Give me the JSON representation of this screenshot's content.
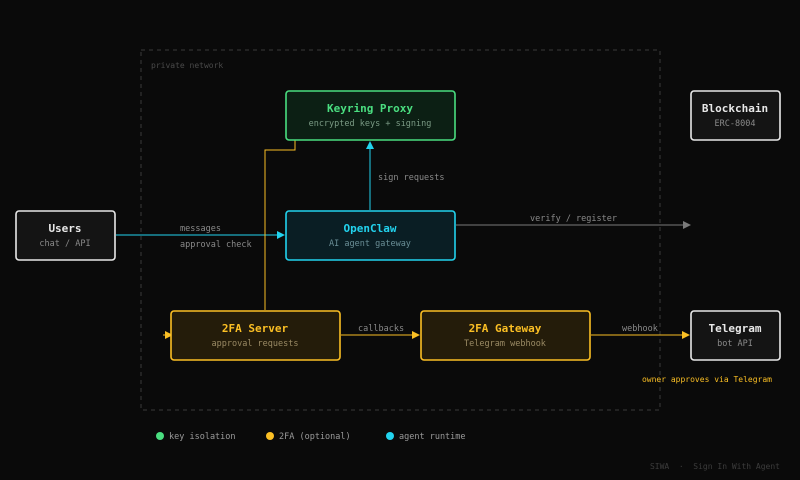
{
  "region": {
    "label": "private network"
  },
  "nodes": {
    "keyring": {
      "title": "Keyring Proxy",
      "subtitle": "encrypted keys + signing"
    },
    "blockchain": {
      "title": "Blockchain",
      "subtitle": "ERC-8004"
    },
    "users": {
      "title": "Users",
      "subtitle": "chat / API"
    },
    "openclaw": {
      "title": "OpenClaw",
      "subtitle": "AI agent gateway"
    },
    "twofa_server": {
      "title": "2FA Server",
      "subtitle": "approval requests"
    },
    "twofa_gateway": {
      "title": "2FA Gateway",
      "subtitle": "Telegram webhook"
    },
    "telegram": {
      "title": "Telegram",
      "subtitle": "bot API"
    }
  },
  "edges": {
    "sign_requests": "sign requests",
    "messages": "messages",
    "approval_check": "approval check",
    "verify_register": "verify / register",
    "callbacks": "callbacks",
    "webhook": "webhook"
  },
  "note": "owner approves via Telegram",
  "legend": [
    {
      "label": "key isolation",
      "color": "#4ade80"
    },
    {
      "label": "2FA (optional)",
      "color": "#fbbf24"
    },
    {
      "label": "agent runtime",
      "color": "#22d3ee"
    }
  ],
  "footer": "SIWA  ·  Sign In With Agent",
  "colors": {
    "green": "#4ade80",
    "amber": "#fbbf24",
    "cyan": "#22d3ee",
    "white": "#e8e8e8",
    "gray": "#7a7a7a"
  }
}
